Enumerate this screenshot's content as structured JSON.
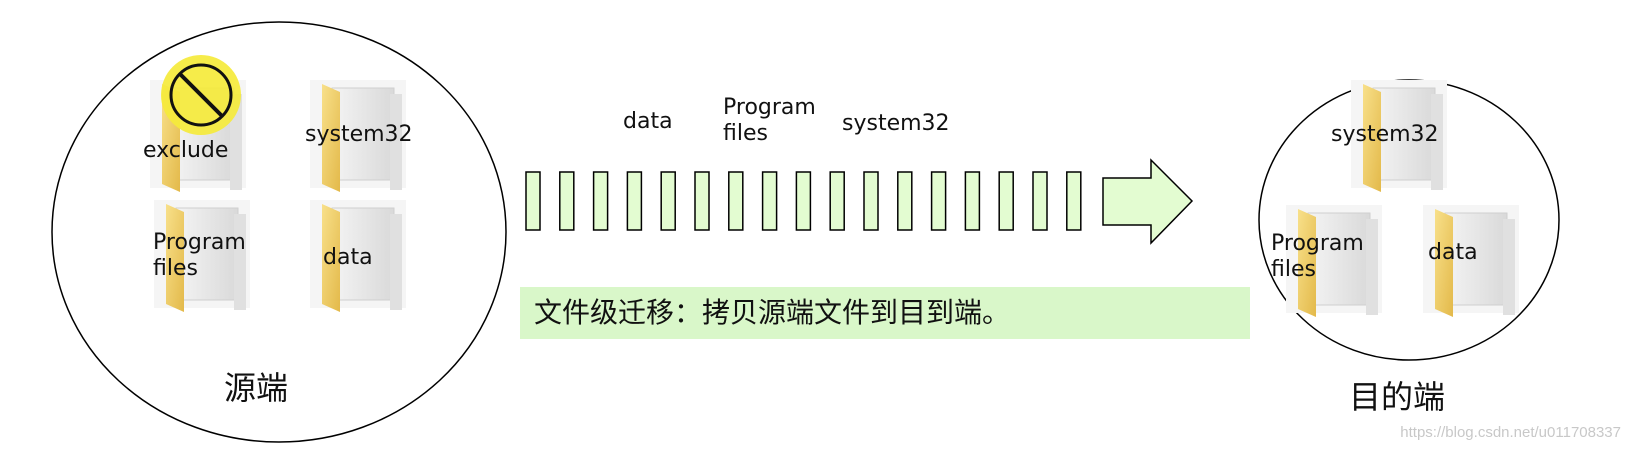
{
  "source": {
    "title": "源端",
    "folders": [
      "exclude",
      "system32",
      "Program\nfiles",
      "data"
    ]
  },
  "transfer": {
    "labels": [
      "data",
      "Program\nfiles",
      "system32"
    ],
    "packet_count": 17,
    "description": "文件级迁移：拷贝源端文件到目到端。"
  },
  "destination": {
    "title": "目的端",
    "folders": [
      "system32",
      "Program\nfiles",
      "data"
    ]
  },
  "watermark": "https://blog.csdn.net/u011708337",
  "colors": {
    "packet_fill": "#e3fcd1",
    "arrow_fill": "#e3fcd1",
    "banner_bg": "#d9f7c9",
    "folder_yellow": "#f3d570",
    "exclude_yellow": "#f5ea3b"
  }
}
